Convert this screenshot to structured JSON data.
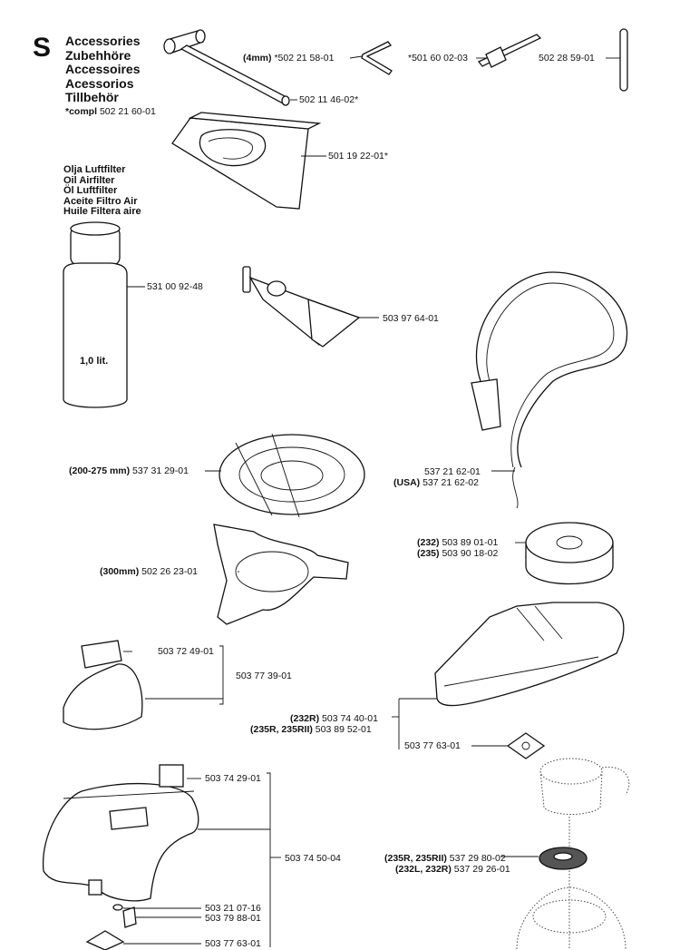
{
  "header": {
    "section_letter": "S",
    "titles": [
      "Accessories",
      "Zubehhöre",
      "Accessoires",
      "Acessorios",
      "Tillbehör"
    ],
    "compl_prefix": "*compl",
    "compl_number": "502 21 60-01"
  },
  "oil": {
    "titles": [
      "Olja Luftfilter",
      "Oil Airfilter",
      "Öl Luftfilter",
      "Aceite Filtro Air",
      "Huile Filtera aire"
    ],
    "bottle_text": "1,0 lit."
  },
  "parts": {
    "wrench_4mm_prefix": "(4mm)",
    "wrench_4mm": "*502 21 58-01",
    "pin": "*501 60 02-03",
    "rod": "502 28 59-01",
    "socket_wrench": "502 11 46-02*",
    "bag": "501 19 22-01*",
    "oil_bottle": "531 00 92-48",
    "grease_tube": "503 97 64-01",
    "harness": "537 21 62-01",
    "harness_usa_prefix": "(USA)",
    "harness_usa": "537 21 62-02",
    "blade_guard_prefix": "(200-275 mm)",
    "blade_guard": "537 31 29-01",
    "spool_232_prefix": "(232)",
    "spool_232": "503 89 01-01",
    "spool_235_prefix": "(235)",
    "spool_235": "503 90 18-02",
    "guard_300_prefix": "(300mm)",
    "guard_300": "502 26 23-01",
    "bracket": "503 72 49-01",
    "small_guard_kit": "503 77 39-01",
    "large_guard_232r_prefix": "(232R)",
    "large_guard_232r": "503 74 40-01",
    "large_guard_235r_prefix": "(235R, 235RII)",
    "large_guard_235r": "503 89 52-01",
    "plate_right": "503 77 63-01",
    "decal": "503 74 29-01",
    "guard_kit": "503 74 50-04",
    "screw": "503 21 07-16",
    "clip": "503 79 88-01",
    "plate_bottom": "503 77 63-01",
    "washer_235r_prefix": "(235R, 235RII)",
    "washer_235r": "537 29 80-02",
    "washer_232l_prefix": "(232L, 232R)",
    "washer_232l": "537 29 26-01"
  }
}
